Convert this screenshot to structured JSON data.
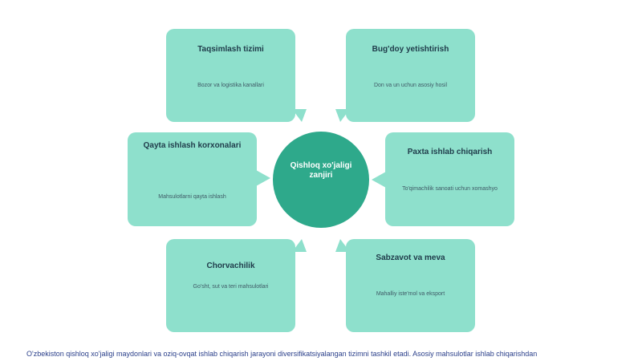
{
  "center": {
    "label": "Qishloq xo'jaligi zanjiri"
  },
  "nodes": {
    "top_left": {
      "title": "Taqsimlash tizimi",
      "desc": "Bozor va logistika kanallari"
    },
    "top_right": {
      "title": "Bug'doy yetishtirish",
      "desc": "Don va un uchun asosiy hosil"
    },
    "mid_left": {
      "title": "Qayta ishlash korxonalari",
      "desc": "Mahsulotlarni qayta ishlash"
    },
    "mid_right": {
      "title": "Paxta ishlab chiqarish",
      "desc": "To'qimachilik sanoati uchun xomashyo"
    },
    "bottom_left": {
      "title": "Chorvachilik",
      "desc": "Go'sht, sut va teri mahsulotlari"
    },
    "bottom_right": {
      "title": "Sabzavot va meva",
      "desc": "Mahalliy iste'mol va eksport"
    }
  },
  "caption": "O'zbekiston qishloq xo'jaligi maydonlari va oziq-ovqat ishlab chiqarish jarayoni diversifikatsiyalangan tizimni tashkil etadi. Asosiy mahsulotlar ishlab chiqarishdan",
  "colors": {
    "card": "#8ee0cc",
    "center": "#2ea98b",
    "caption": "#2a3f8a"
  }
}
